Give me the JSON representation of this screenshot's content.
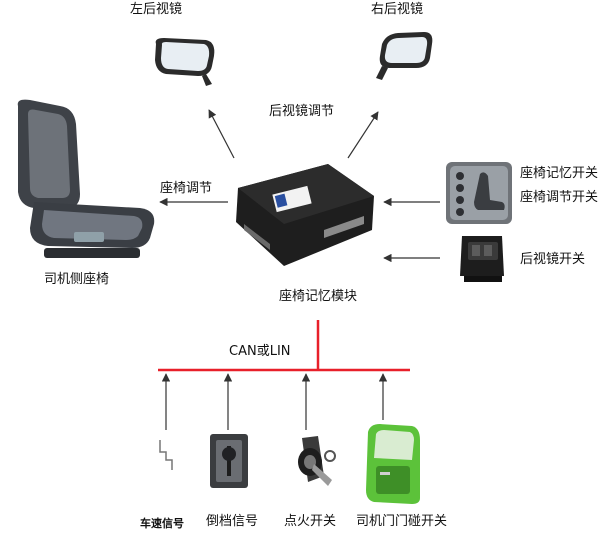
{
  "labels": {
    "left_mirror": "左后视镜",
    "right_mirror": "右后视镜",
    "mirror_adjust": "后视镜调节",
    "seat_adjust": "座椅调节",
    "driver_seat": "司机侧座椅",
    "seat_memory_switch": "座椅记忆开关",
    "seat_adjust_switch": "座椅调节开关",
    "mirror_switch": "后视镜开关",
    "module": "座椅记忆模块",
    "bus": "CAN或LIN",
    "speed_signal": "车速信号",
    "reverse_signal": "倒档信号",
    "ignition_switch": "点火开关",
    "door_switch": "司机门门碰开关"
  },
  "colors": {
    "bus": "#e8202a",
    "arrow": "#333333",
    "module": "#1e1e1e",
    "door": "#5cc23a"
  }
}
